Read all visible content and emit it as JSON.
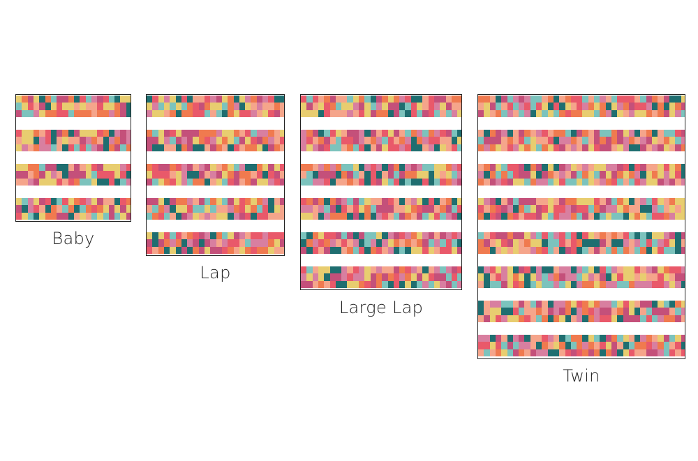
{
  "quilts": [
    {
      "id": "baby",
      "label": "Baby",
      "rows": 4
    },
    {
      "id": "lap",
      "label": "Lap",
      "rows": 5
    },
    {
      "id": "large-lap",
      "label": "Large Lap",
      "rows": 6
    },
    {
      "id": "twin",
      "label": "Twin",
      "rows": 8
    }
  ],
  "palette": [
    "#c4507a",
    "#f07a4f",
    "#f5a58b",
    "#e8cd70",
    "#7cc3bd",
    "#1f6e70",
    "#d87fa0",
    "#e9596a"
  ]
}
